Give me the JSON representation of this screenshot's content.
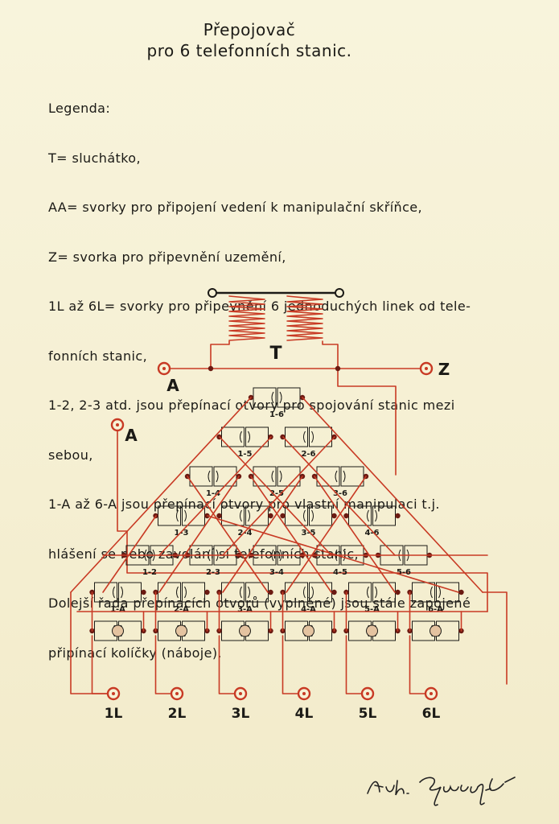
{
  "title": {
    "line1": "Přepojovač",
    "line2": "pro 6 telefonních stanic."
  },
  "legend": {
    "heading": "Legenda:",
    "lines": [
      "T= sluchátko,",
      "AA= svorky pro připojení vedení k manipulační skříňce,",
      "Z= svorka pro připevnění uzemění,",
      "1L až 6L= svorky pro připevnění 6 jednoduchých linek od tele-",
      "fonních stanic,",
      "1-2, 2-3 atd. jsou přepínací otvory pro spojování stanic mezi",
      "sebou,",
      "1-A až 6-A jsou přepínací otvory pro vlastní manipulaci t.j.",
      "hlášení se nebo zavolání si telefonních stanic,",
      "Dolejší řada přepínacích otvorů (vyplněné) jsou stále zapojené",
      "připínací kolíčky (náboje)."
    ]
  },
  "diagram": {
    "handset_label": "T",
    "terminal_a_left": "A",
    "terminal_a_mid": "A",
    "terminal_z": "Z",
    "rows": [
      [
        "1-6"
      ],
      [
        "1-5",
        "2-6"
      ],
      [
        "1-4",
        "2-5",
        "3-6"
      ],
      [
        "1-3",
        "2-4",
        "3-5",
        "4-6"
      ],
      [
        "1-2",
        "2-3",
        "3-4",
        "4-5",
        "5-6"
      ],
      [
        "1-A",
        "2-A",
        "3-A",
        "4-A",
        "5-A",
        "6-A"
      ]
    ],
    "lines": [
      "1L",
      "2L",
      "3L",
      "4L",
      "5L",
      "6L"
    ],
    "wire_color": "#c83a24",
    "ink_color": "#1b1a16"
  }
}
